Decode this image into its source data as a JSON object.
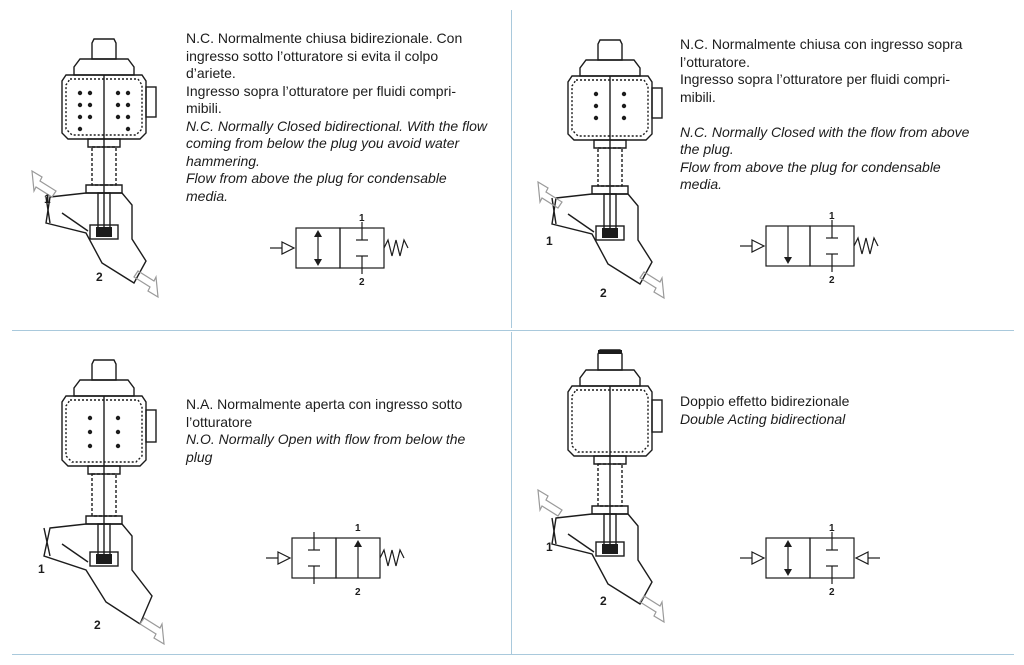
{
  "colors": {
    "line": "#1c1c1c",
    "divider": "#a9c9dc",
    "arrow": "#9a9a9a"
  },
  "panels": [
    {
      "id": "nc-bidirectional",
      "icon": "angle-seat-valve-nc-bidirectional-icon",
      "port_in": "1",
      "port_out": "2",
      "symbol_port_top": "1",
      "symbol_port_bottom": "2",
      "it_lines": [
        "N.C. Normalmente chiusa bidirezionale. Con",
        "ingresso sotto l’otturatore si evita il colpo",
        "d’ariete.",
        "Ingresso sopra l’otturatore per fluidi compri-",
        "mibili."
      ],
      "en_lines": [
        "N.C. Normally Closed bidirectional. With the flow",
        "coming from below the plug you avoid water",
        "hammering.",
        "Flow from above the plug for condensable",
        "media."
      ]
    },
    {
      "id": "nc-flow-above",
      "icon": "angle-seat-valve-nc-flow-above-icon",
      "port_in": "1",
      "port_out": "2",
      "symbol_port_top": "1",
      "symbol_port_bottom": "2",
      "it_lines": [
        "N.C. Normalmente chiusa con ingresso sopra",
        "l’otturatore.",
        "Ingresso sopra l’otturatore per fluidi compri-",
        "mibili."
      ],
      "en_lines": [
        "N.C. Normally Closed with the flow from above",
        "the plug.",
        "Flow from above the plug for condensable",
        "media."
      ]
    },
    {
      "id": "na-normally-open",
      "icon": "angle-seat-valve-normally-open-icon",
      "port_in": "1",
      "port_out": "2",
      "symbol_port_top": "1",
      "symbol_port_bottom": "2",
      "it_lines": [
        "N.A. Normalmente aperta con ingresso sotto",
        "l’otturatore"
      ],
      "en_lines": [
        "N.O. Normally Open with flow from below the",
        "plug"
      ]
    },
    {
      "id": "double-acting",
      "icon": "angle-seat-valve-double-acting-icon",
      "port_in": "1",
      "port_out": "2",
      "symbol_port_top": "1",
      "symbol_port_bottom": "2",
      "it_lines": [
        "Doppio effetto bidirezionale"
      ],
      "en_lines": [
        "Double Acting bidirectional"
      ]
    }
  ]
}
